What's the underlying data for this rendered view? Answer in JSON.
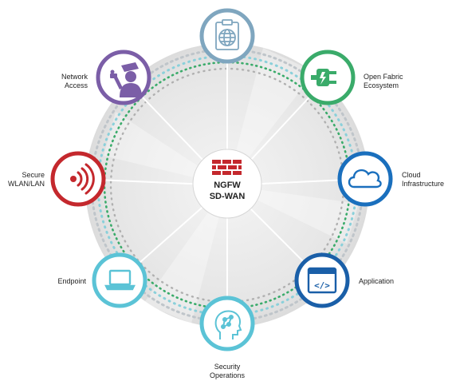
{
  "center": {
    "line1": "NGFW",
    "line2": "SD-WAN"
  },
  "nodes": [
    {
      "id": "top",
      "label": "",
      "icon": "clipboard-globe-icon",
      "color": "#7fa6bf"
    },
    {
      "id": "network",
      "label": "Network\nAccess",
      "icon": "police-officer-icon",
      "color": "#7b5ea7"
    },
    {
      "id": "fabric",
      "label": "Open Fabric\nEcosystem",
      "icon": "plug-icon",
      "color": "#3aab6a"
    },
    {
      "id": "wlan",
      "label": "Secure\nWLAN/LAN",
      "icon": "wireless-icon",
      "color": "#c4282d"
    },
    {
      "id": "cloud",
      "label": "Cloud\nInfrastructure",
      "icon": "cloud-icon",
      "color": "#1a6fbd"
    },
    {
      "id": "endpoint",
      "label": "Endpoint",
      "icon": "laptop-icon",
      "color": "#5bc3d6"
    },
    {
      "id": "application",
      "label": "Application",
      "icon": "code-window-icon",
      "color": "#1a5fa8"
    },
    {
      "id": "secops",
      "label": "Security\nOperations",
      "icon": "brain-head-icon",
      "color": "#5bc3d6"
    }
  ]
}
